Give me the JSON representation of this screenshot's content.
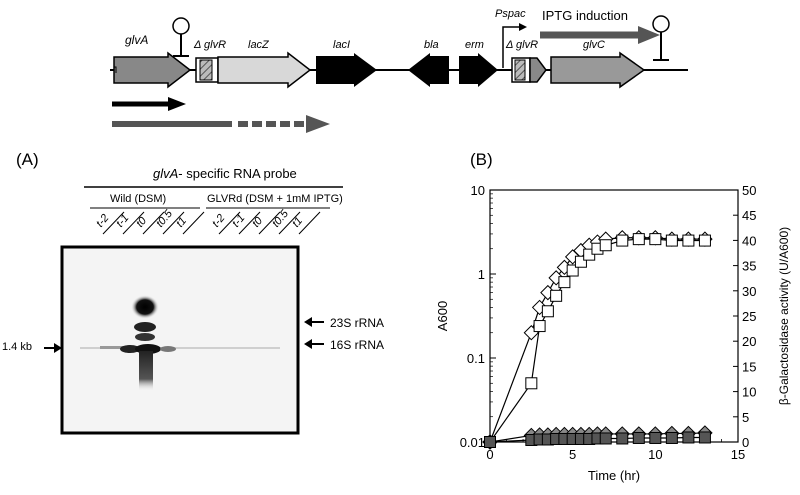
{
  "genemap": {
    "genes": {
      "glvA": "glvA",
      "delta_glvR_1": "Δ glvR",
      "lacZ": "lacZ",
      "lacI": "lacI",
      "bla": "bla",
      "erm": "erm",
      "delta_glvR_2": "Δ glvR",
      "glvC": "glvC"
    },
    "promoter": "Pspac",
    "induction": "IPTG induction"
  },
  "panelA": {
    "letter": "(A)",
    "probe_title": "glvA- specific RNA probe",
    "probe_title_gene": "glvA",
    "probe_title_rest": "- specific RNA probe",
    "group1": "Wild (DSM)",
    "group2": "GLVRd (DSM + 1mM IPTG)",
    "lanes_group1": [
      "t-2",
      "t-1",
      "t0",
      "t0.5",
      "t1"
    ],
    "lanes_group2": [
      "t-2",
      "t-1",
      "t0",
      "t0.5",
      "t1"
    ],
    "marker_left": "1.4 kb",
    "marker_23s": "23S  rRNA",
    "marker_16s": "16S  rRNA",
    "colors": {
      "blot_bg": "#f4f4f4",
      "band": "#1a1a1a"
    }
  },
  "panelB": {
    "letter": "(B)"
  },
  "chart_data": {
    "type": "scatter",
    "title": "",
    "xlabel": "Time (hr)",
    "ylabel_left": "A600",
    "ylabel_right": "β-Galactosidase activity (U/A600)",
    "xlim": [
      0,
      15
    ],
    "ylim_left": [
      0.01,
      10
    ],
    "yscale_left": "log",
    "ylim_right": [
      0,
      50
    ],
    "x_ticks": [
      "0",
      "5",
      "10",
      "15"
    ],
    "y_ticks_left": [
      "0.01",
      "0.1",
      "1",
      "10"
    ],
    "y_ticks_right": [
      "0",
      "5",
      "10",
      "15",
      "20",
      "25",
      "30",
      "35",
      "40",
      "45",
      "50"
    ],
    "series": [
      {
        "marker": "diamond",
        "fill": "#ffffff",
        "axis": "left",
        "x": [
          0,
          2.5,
          3,
          3.5,
          4,
          4.5,
          5,
          5.5,
          6,
          6.5,
          7,
          8,
          9,
          10,
          11,
          12,
          13
        ],
        "y": [
          0.01,
          0.2,
          0.4,
          0.6,
          0.9,
          1.2,
          1.6,
          1.9,
          2.2,
          2.4,
          2.6,
          2.7,
          2.7,
          2.7,
          2.6,
          2.6,
          2.6
        ]
      },
      {
        "marker": "square",
        "fill": "#ffffff",
        "axis": "left",
        "x": [
          0,
          2.5,
          3,
          3.5,
          4,
          4.5,
          5,
          5.5,
          6,
          6.5,
          7,
          8,
          9,
          10,
          11,
          12,
          13
        ],
        "y": [
          0.01,
          0.05,
          0.24,
          0.36,
          0.55,
          0.8,
          1.1,
          1.4,
          1.7,
          2.0,
          2.2,
          2.5,
          2.6,
          2.6,
          2.5,
          2.5,
          2.5
        ]
      },
      {
        "marker": "diamond",
        "fill": "#888888",
        "axis": "right",
        "x": [
          0,
          2.5,
          3,
          3.5,
          4,
          4.5,
          5,
          5.5,
          6,
          6.5,
          7,
          8,
          9,
          10,
          11,
          12,
          13
        ],
        "y": [
          0,
          1.3,
          1.4,
          1.4,
          1.5,
          1.5,
          1.5,
          1.5,
          1.5,
          1.6,
          1.6,
          1.6,
          1.6,
          1.6,
          1.7,
          1.7,
          1.8
        ]
      },
      {
        "marker": "square",
        "fill": "#555555",
        "axis": "right",
        "x": [
          0,
          2.5,
          3,
          3.5,
          4,
          4.5,
          5,
          5.5,
          6,
          6.5,
          7,
          8,
          9,
          10,
          11,
          12,
          13
        ],
        "y": [
          0,
          0.4,
          0.5,
          0.5,
          0.6,
          0.6,
          0.6,
          0.6,
          0.6,
          0.7,
          0.7,
          0.7,
          0.8,
          0.8,
          0.8,
          0.9,
          0.9
        ]
      }
    ]
  }
}
